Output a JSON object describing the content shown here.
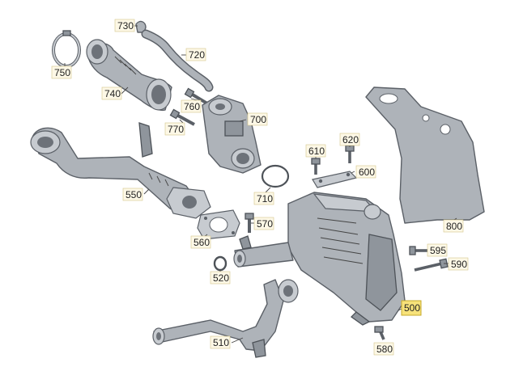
{
  "callouts": [
    {
      "id": "730",
      "label": "730"
    },
    {
      "id": "720",
      "label": "720"
    },
    {
      "id": "750",
      "label": "750"
    },
    {
      "id": "740",
      "label": "740"
    },
    {
      "id": "760",
      "label": "760"
    },
    {
      "id": "770",
      "label": "770"
    },
    {
      "id": "700",
      "label": "700"
    },
    {
      "id": "610",
      "label": "610"
    },
    {
      "id": "620",
      "label": "620"
    },
    {
      "id": "600",
      "label": "600"
    },
    {
      "id": "710",
      "label": "710"
    },
    {
      "id": "550",
      "label": "550"
    },
    {
      "id": "570",
      "label": "570"
    },
    {
      "id": "560",
      "label": "560"
    },
    {
      "id": "520",
      "label": "520"
    },
    {
      "id": "800",
      "label": "800"
    },
    {
      "id": "595",
      "label": "595"
    },
    {
      "id": "590",
      "label": "590"
    },
    {
      "id": "500",
      "label": "500"
    },
    {
      "id": "510",
      "label": "510"
    },
    {
      "id": "580",
      "label": "580"
    }
  ],
  "selected_callout": "500",
  "colors": {
    "part": "#aeb3b9",
    "callout_bg": "#fdf8e6",
    "callout_selected": "#f7e27a"
  }
}
